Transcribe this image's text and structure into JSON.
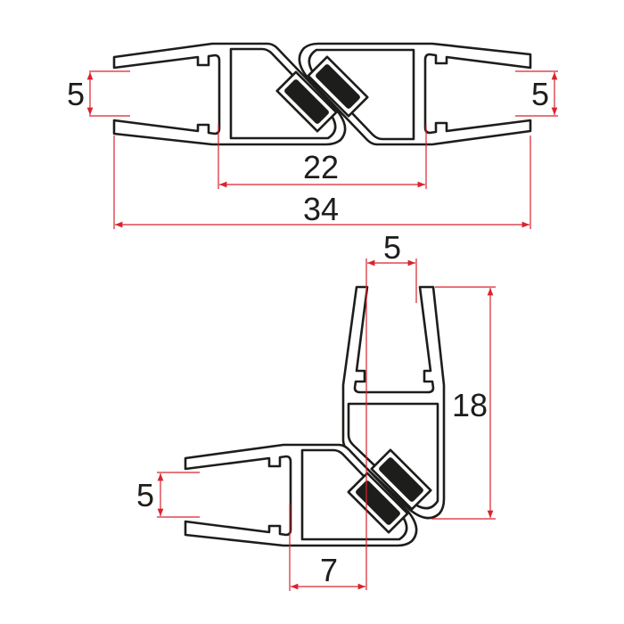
{
  "colors": {
    "outline": "#1d1d1b",
    "magnet": "#1d1d1b",
    "dimension": "#d9232d"
  },
  "top_assembly": {
    "dim_left_opening": "5",
    "dim_right_opening": "5",
    "dim_inner_width": "22",
    "dim_total_width": "34"
  },
  "corner_assembly": {
    "dim_top_opening": "5",
    "dim_height": "18",
    "dim_left_opening": "5",
    "dim_offset": "7"
  }
}
